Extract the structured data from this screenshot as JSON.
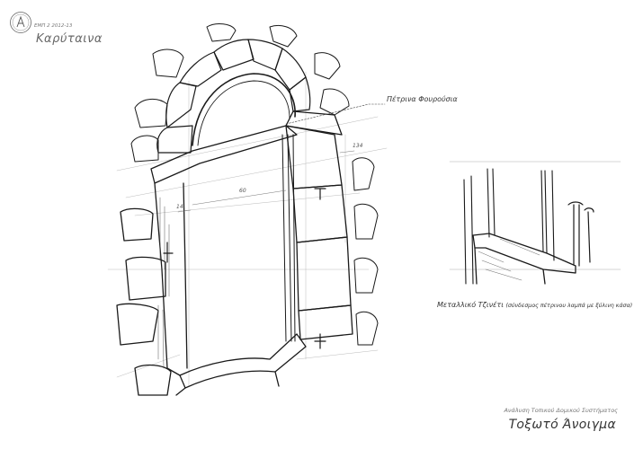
{
  "header": {
    "code": "EMΠ 2 2012-13",
    "place": "Καρύταινα"
  },
  "labels": {
    "stone": "Πέτρινα Φουρούσια",
    "metal_main": "Μεταλλικό Τζινέτι",
    "metal_note": "(σύνδεσμος πέτρινου λαμπά με ξύλινη κάσα)"
  },
  "dimensions": {
    "width": "60",
    "side_right": "134",
    "side_left": "14"
  },
  "footer": {
    "subtitle": "Ανάλυση Τοπικού Δομικού Συστήματος",
    "title": "Τοξωτό Άνοιγμα"
  },
  "icons": {
    "logo": "university-seal-icon",
    "drawing_main": "arched-opening-sketch",
    "drawing_detail": "metal-cramp-detail-sketch"
  }
}
